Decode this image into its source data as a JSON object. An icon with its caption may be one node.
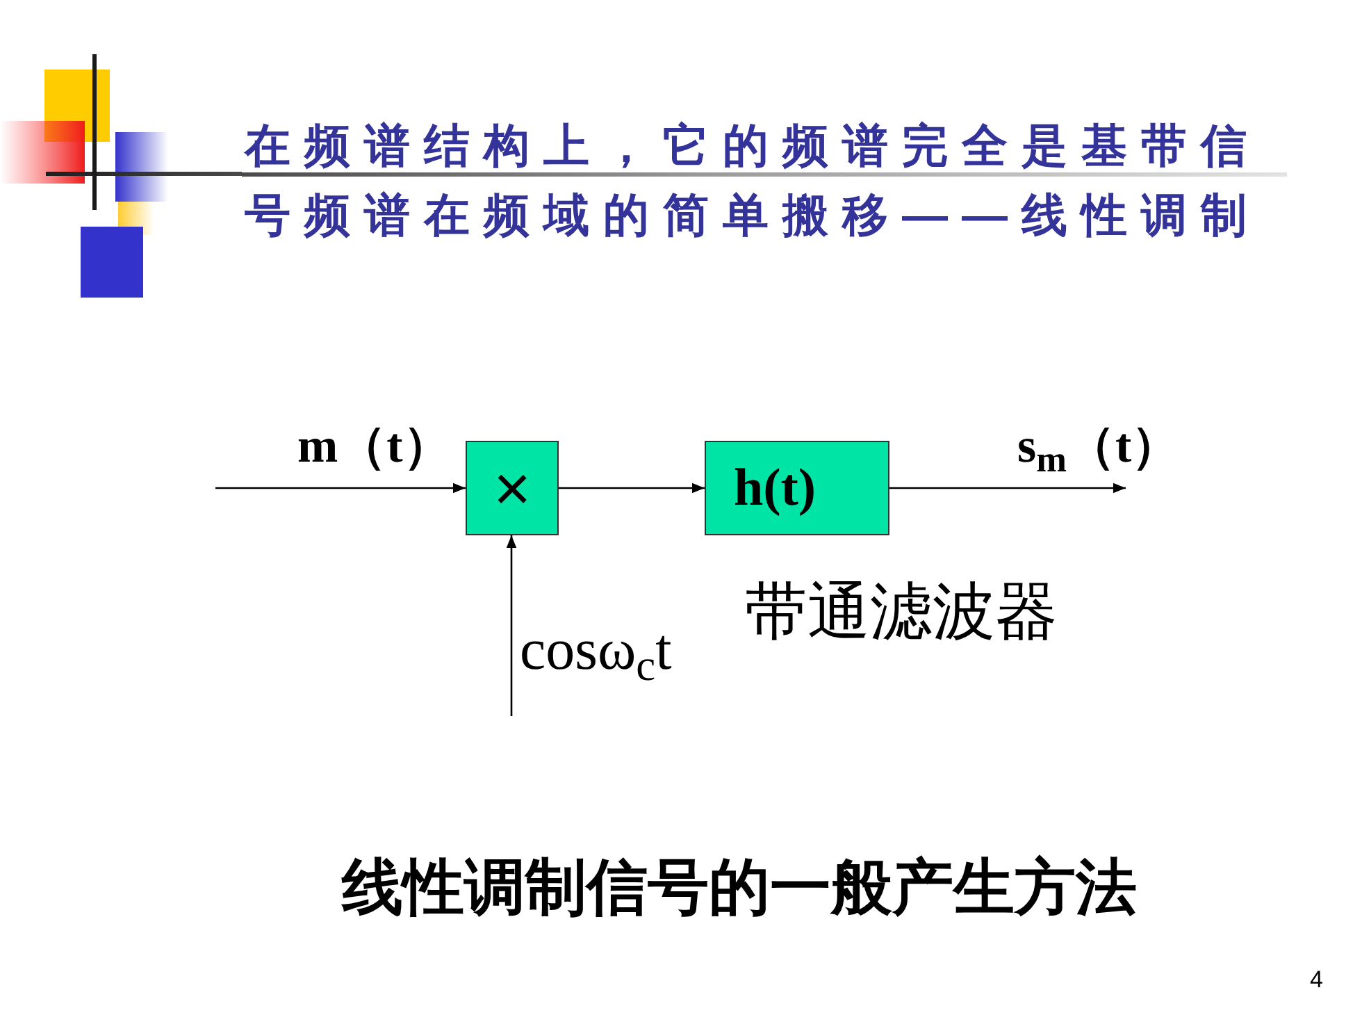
{
  "diagram": {
    "title": "在频谱结构上，它的频谱完全是基带信号频谱在频域的简单搬移——线性调制",
    "caption": "线性调制信号的一般产生方法",
    "nodes": [
      {
        "text": [
          "×"
        ]
      },
      {
        "text": [
          "h(t)"
        ],
        "beside": [
          "带通滤波器"
        ]
      }
    ],
    "edges": [
      {
        "from": null,
        "to": 0,
        "arrow": "to",
        "label": "m（t）"
      },
      {
        "from": 0,
        "to": 1,
        "arrow": "to"
      },
      {
        "from": 1,
        "to": null,
        "arrow": "to",
        "label": "s$_{m}$（t）"
      },
      {
        "from": null,
        "to": 0,
        "arrow": "to",
        "label": "cosω$_{c}$t"
      }
    ],
    "labels": [
      "4"
    ]
  }
}
